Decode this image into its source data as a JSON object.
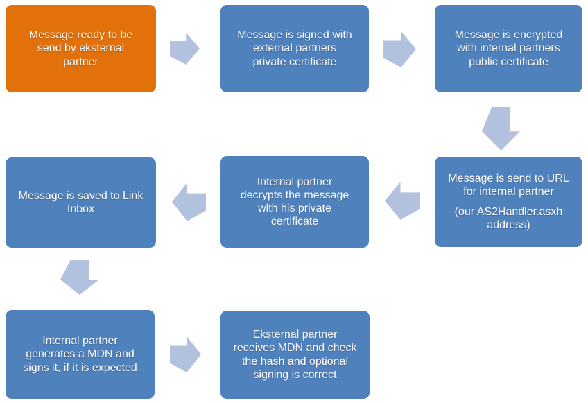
{
  "colors": {
    "background": "#FFFFFF",
    "step_default": "#4F81BD",
    "step_highlight": "#E2700B",
    "arrow": "#B1C1DE",
    "text": "#FFFFFF"
  },
  "steps": [
    {
      "id": 1,
      "highlighted": true,
      "text": "Message ready to be\nsend by eksternal\npartner"
    },
    {
      "id": 2,
      "highlighted": false,
      "text": "Message is signed with\nexternal partners\nprivate certificate"
    },
    {
      "id": 3,
      "highlighted": false,
      "text": "Message is encrypted\nwith internal partners\npublic certificate"
    },
    {
      "id": 4,
      "highlighted": false,
      "text": "Message is send to URL\nfor internal partner",
      "subtext": "(our AS2Handler.asxh\naddress)"
    },
    {
      "id": 5,
      "highlighted": false,
      "text": "Internal partner\ndecrypts the message\nwith his private\ncertificate"
    },
    {
      "id": 6,
      "highlighted": false,
      "text": "Message is saved to Link\nInbox"
    },
    {
      "id": 7,
      "highlighted": false,
      "text": "Internal partner\ngenerates a MDN and\nsigns it, if it is expected"
    },
    {
      "id": 8,
      "highlighted": false,
      "text": "Eksternal partner\nreceives MDN and check\nthe hash and optional\nsigning is correct"
    }
  ],
  "arrows": [
    {
      "from": 1,
      "to": 2,
      "direction": "right"
    },
    {
      "from": 2,
      "to": 3,
      "direction": "right"
    },
    {
      "from": 3,
      "to": 4,
      "direction": "down"
    },
    {
      "from": 4,
      "to": 5,
      "direction": "left"
    },
    {
      "from": 5,
      "to": 6,
      "direction": "left"
    },
    {
      "from": 6,
      "to": 7,
      "direction": "down"
    },
    {
      "from": 7,
      "to": 8,
      "direction": "right"
    }
  ]
}
